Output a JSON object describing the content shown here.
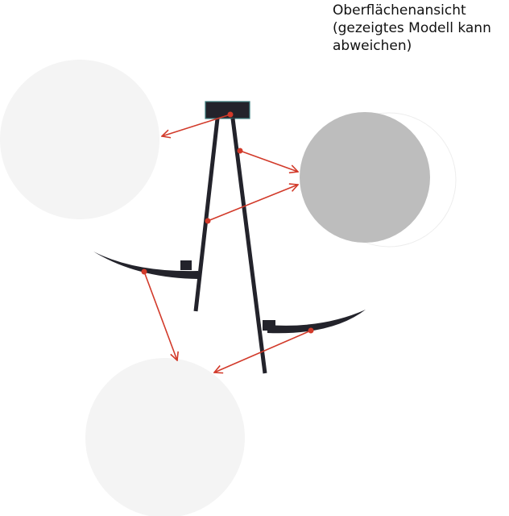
{
  "caption": {
    "line1": "Oberflächenansicht",
    "line2": "(gezeigtes Modell kann",
    "line3": "abweichen)"
  },
  "colors": {
    "background": "#ffffff",
    "swatch_light": "#f4f4f4",
    "swatch_grey": "#bdbdbd",
    "lamp_body": "#23232b",
    "canopy_edge": "#3e7f80",
    "arrow": "#d23a2a"
  },
  "swatches": [
    {
      "name": "top-left-surface",
      "shade": "light"
    },
    {
      "name": "right-surface",
      "shade": "grey"
    },
    {
      "name": "bottom-surface",
      "shade": "light"
    }
  ]
}
